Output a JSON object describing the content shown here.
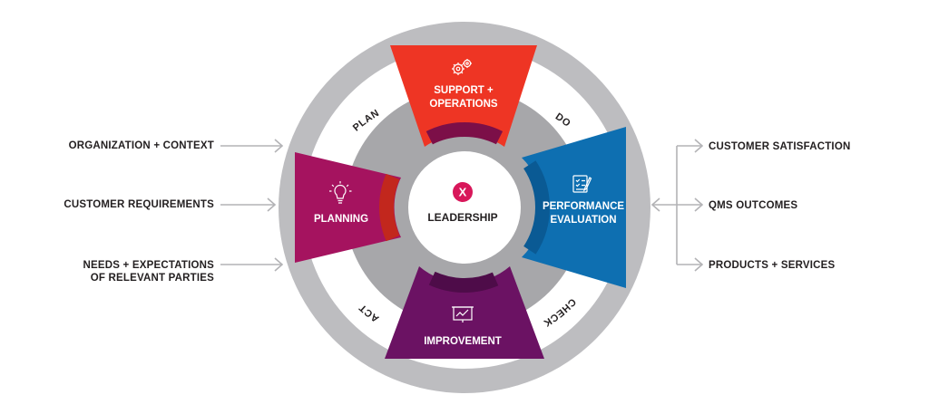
{
  "center": {
    "label": "LEADERSHIP",
    "badge": "X"
  },
  "segments": {
    "top": {
      "line1": "SUPPORT +",
      "line2": "OPERATIONS",
      "icon": "gears-icon"
    },
    "left": {
      "line1": "PLANNING",
      "icon": "lightbulb-icon"
    },
    "right": {
      "line1": "PERFORMANCE",
      "line2": "EVALUATION",
      "icon": "checklist-icon"
    },
    "bottom": {
      "line1": "IMPROVEMENT",
      "icon": "chart-board-icon"
    }
  },
  "cycle": {
    "plan": "PLAN",
    "do": "DO",
    "check": "CHECK",
    "act": "ACT"
  },
  "inputs": [
    {
      "lines": [
        "ORGANIZATION + CONTEXT"
      ]
    },
    {
      "lines": [
        "CUSTOMER REQUIREMENTS"
      ]
    },
    {
      "lines": [
        "NEEDS + EXPECTATIONS",
        "OF RELEVANT PARTIES"
      ]
    }
  ],
  "outputs": [
    {
      "label": "CUSTOMER SATISFACTION"
    },
    {
      "label": "QMS OUTCOMES"
    },
    {
      "label": "PRODUCTS + SERVICES"
    }
  ],
  "colors": {
    "outer_ring": "#bdbdc0",
    "inner_ring": "#a7a7aa",
    "support": "#ee3524",
    "planning": "#a5135f",
    "performance": "#0e6fb1",
    "improvement": "#6b1263",
    "badge": "#d8175a"
  }
}
